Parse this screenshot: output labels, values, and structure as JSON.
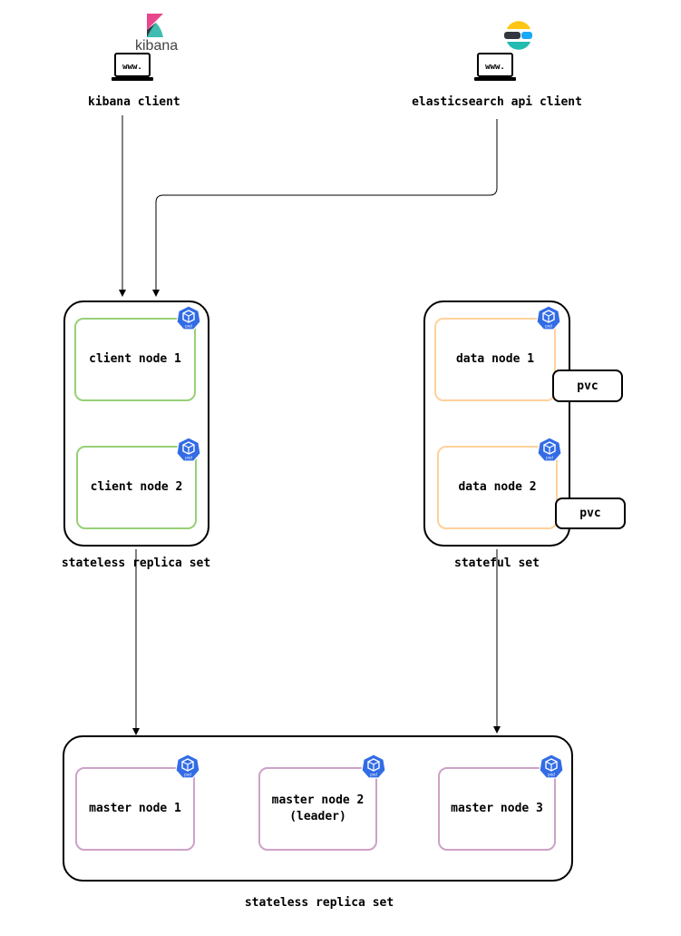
{
  "logos": {
    "kibana_word": "kibana"
  },
  "clients": {
    "kibana": {
      "label": "kibana client",
      "screen_text": "www."
    },
    "elasticsearch": {
      "label": "elasticsearch api client",
      "screen_text": "www."
    }
  },
  "pod_badge": {
    "text": "pod"
  },
  "groups": {
    "client_set": {
      "caption": "stateless replica set",
      "nodes": [
        "client node 1",
        "client node 2"
      ]
    },
    "data_set": {
      "caption": "stateful set",
      "nodes": [
        "data node 1",
        "data node 2"
      ],
      "pvc": [
        "pvc",
        "pvc"
      ]
    },
    "master_set": {
      "caption": "stateless replica set",
      "nodes": [
        "master node 1",
        "master node 2\n(leader)",
        "master node 3"
      ]
    }
  },
  "colors": {
    "client_border": "#97d077",
    "data_border": "#ffd19c",
    "master_border": "#cda2c8",
    "pod_blue": "#326ce5",
    "kibana_pink": "#e8478b",
    "kibana_teal": "#3ebeb0",
    "elastic_yellow": "#fec514",
    "elastic_teal": "#24bbb1",
    "elastic_dark": "#343741",
    "elastic_blue": "#1ba9f5"
  }
}
